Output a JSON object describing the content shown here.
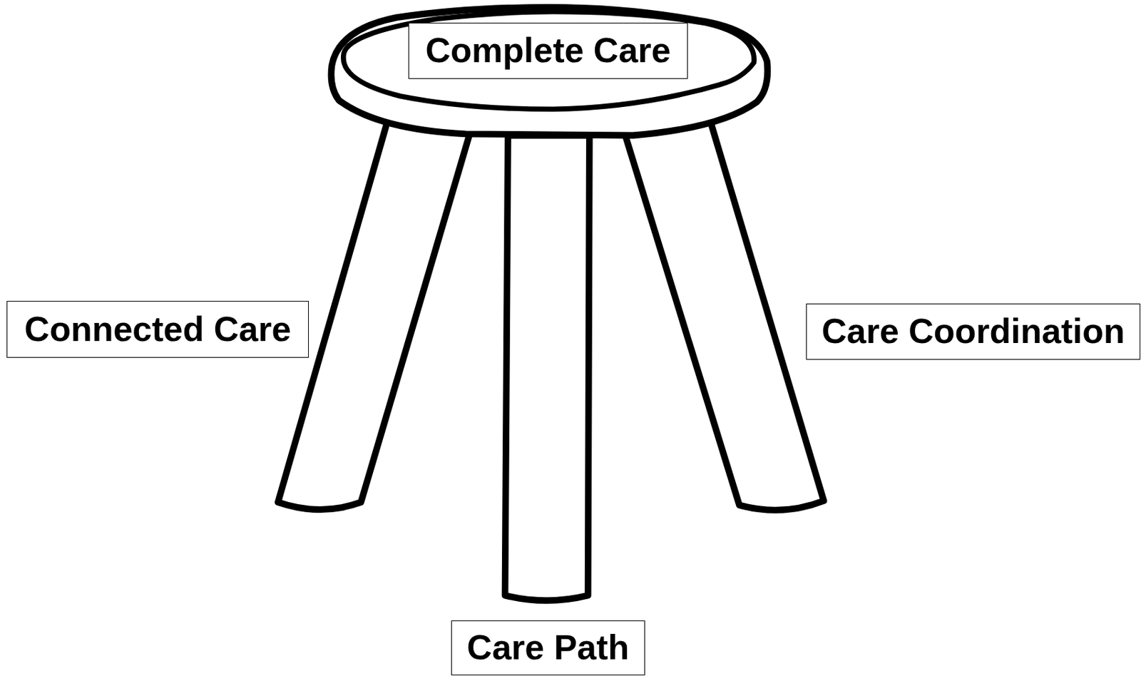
{
  "diagram": {
    "nodes": [
      {
        "text": [
          "Complete Care"
        ]
      },
      {
        "text": [
          "Connected Care"
        ]
      },
      {
        "text": [
          "Care Coordination"
        ]
      },
      {
        "text": [
          "Care Path"
        ]
      }
    ]
  }
}
